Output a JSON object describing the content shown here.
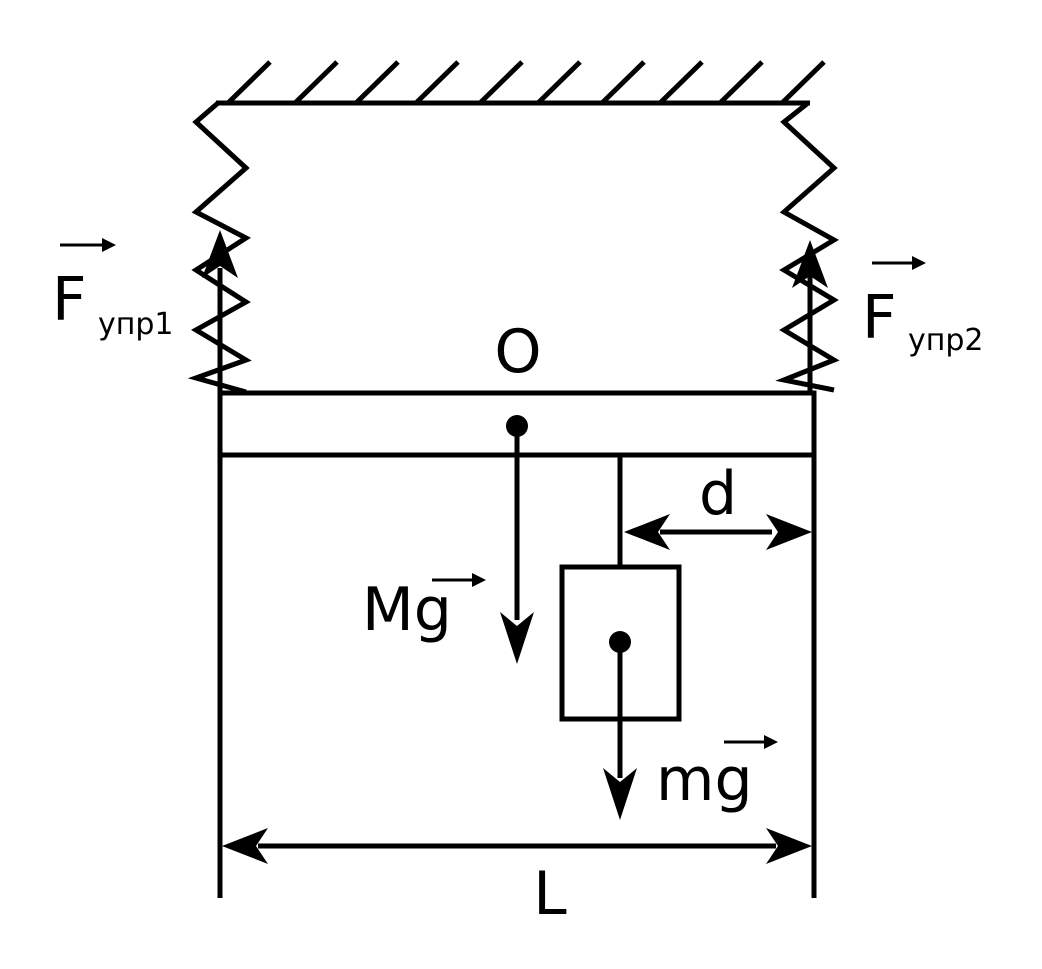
{
  "diagram": {
    "labels": {
      "force1_main": "F",
      "force1_sub": "упр1",
      "force2_main": "F",
      "force2_sub": "упр2",
      "pivot": "O",
      "distance_d": "d",
      "beam_weight": "Mg",
      "load_weight": "mg",
      "length": "L"
    },
    "colors": {
      "stroke": "#000000",
      "background": "#ffffff"
    }
  }
}
